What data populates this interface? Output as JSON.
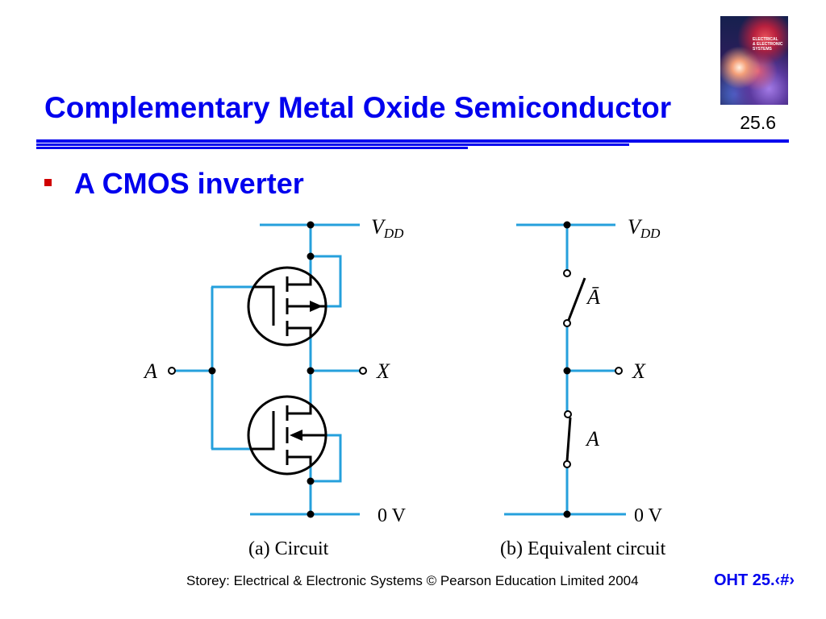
{
  "slide": {
    "title": "Complementary Metal Oxide Semiconductor",
    "number": "25.6",
    "bullets": [
      {
        "text": "A CMOS inverter"
      }
    ]
  },
  "cover": {
    "lines": [
      "ELECTRICAL",
      "& ELECTRONIC",
      "SYSTEMS"
    ]
  },
  "diagrams": {
    "circuit": {
      "vdd_label": "V",
      "vdd_sub": "DD",
      "input_label": "A",
      "output_label": "X",
      "ground_label": "0 V",
      "caption": "(a) Circuit"
    },
    "equivalent": {
      "vdd_label": "V",
      "vdd_sub": "DD",
      "upper_switch_label": "Ā",
      "lower_switch_label": "A",
      "output_label": "X",
      "ground_label": "0 V",
      "caption": "(b) Equivalent circuit"
    }
  },
  "footer": {
    "credit": "Storey: Electrical & Electronic Systems © Pearson Education Limited 2004",
    "page": "OHT 25.‹#›"
  },
  "colors": {
    "title": "#0000ee",
    "rule": "#0000ee",
    "wire": "#25a0dc",
    "bullet": "#d00000",
    "symbol": "#000000"
  }
}
